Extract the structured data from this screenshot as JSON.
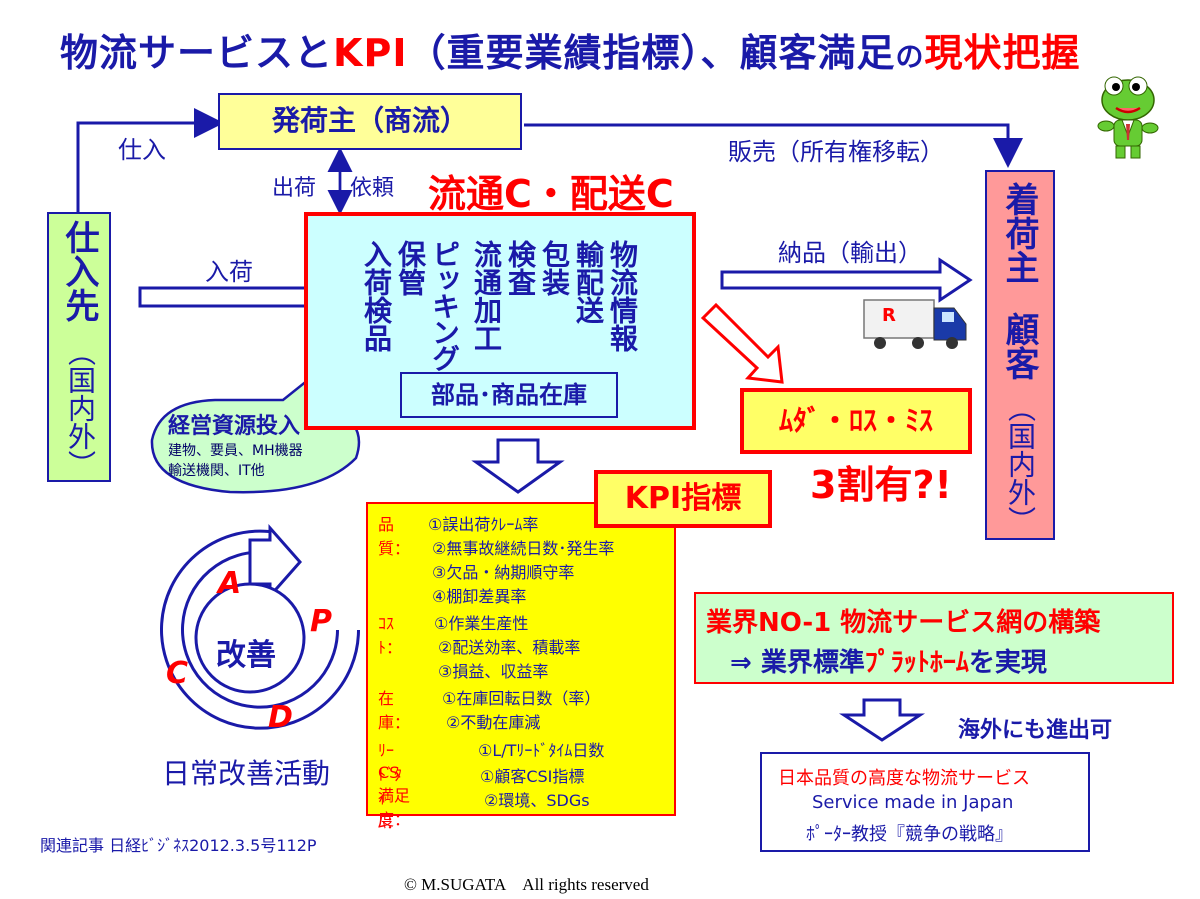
{
  "title": {
    "part1": "物流サービスと",
    "kpi": "KPI",
    "part2": "（重要業績指標）、顧客満足",
    "no": "の",
    "part3": "現状把握"
  },
  "shipper": "発荷主（商流）",
  "purchase": "仕入",
  "sales": "販売（所有権移転）",
  "shipment": "出荷",
  "request": "依頼",
  "dc_title": "流通C・配送C",
  "supplier": {
    "main": "仕入先",
    "sub": "（国内外）"
  },
  "receiving": "入荷",
  "dc_functions": [
    "物流情報",
    "輸配送",
    "包装",
    "検査",
    "流通加工",
    "ピッキング",
    "保管",
    "入荷検品"
  ],
  "inventory": "部品･商品在庫",
  "delivery": "納品（輸出）",
  "truck_mark": "R",
  "consignee": {
    "main1": "着荷主",
    "main2": "顧客",
    "sub": "（国内外）"
  },
  "waste": "ﾑﾀﾞ・ﾛｽ・ﾐｽ",
  "thirty_pct": "3割有?!",
  "resource": {
    "title": "経営資源投入",
    "line1": "建物、要員、MH機器",
    "line2": "輸送機関、IT他"
  },
  "kpi_label": "KPI指標",
  "kpi_list": [
    {
      "cat": "品質：",
      "items": [
        "①誤出荷ｸﾚｰﾑ率",
        "②無事故継続日数･発生率",
        "③欠品・納期順守率",
        "④棚卸差異率"
      ]
    },
    {
      "cat": "ｺｽﾄ：",
      "items": [
        "①作業生産性",
        "②配送効率、積載率",
        "③損益、収益率"
      ]
    },
    {
      "cat": "在庫：",
      "items": [
        "①在庫回転日数（率）",
        "②不動在庫減"
      ]
    },
    {
      "cat": "ﾘｰﾄﾞﾀｲﾑ：",
      "items": [
        "①L/Tﾘｰﾄﾞﾀｲﾑ日数"
      ]
    },
    {
      "cat": "CS満足度：",
      "items": [
        "①顧客CSI指標",
        "②環境、SDGs"
      ]
    }
  ],
  "pdca": {
    "center": "改善",
    "P": "P",
    "D": "D",
    "C": "C",
    "A": "A",
    "caption": "日常改善活動"
  },
  "industry": {
    "line1": "業界NO-1 物流サービス網の構築",
    "line2a": "⇒ 業界標準",
    "line2b": "ﾌﾟﾗｯﾄﾎｰﾑ",
    "line2c": "を実現"
  },
  "overseas": "海外にも進出可",
  "japan": {
    "line1": "日本品質の高度な物流サービス",
    "line2": "Service made in Japan",
    "line3": "ﾎﾟｰﾀｰ教授『競争の戦略』"
  },
  "article": "関連記事 日経ﾋﾞｼﾞﾈｽ2012.3.5号112P",
  "copyright": "© M.SUGATA　All rights reserved",
  "colors": {
    "navy": "#1a1aa8",
    "red": "#ff0000",
    "yellow": "#ffff66",
    "cyan": "#ccffff",
    "green": "#ccffcc",
    "pink": "#ff9999",
    "lightgreen": "#ccff99"
  }
}
